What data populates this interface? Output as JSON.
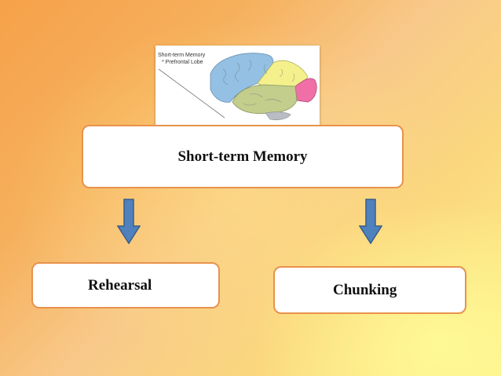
{
  "nodes": {
    "main": "Short-term Memory",
    "left": "Rehearsal",
    "right": "Chunking"
  },
  "brain_image": {
    "caption_title": "Short-term Memory",
    "caption_sub": "* Prefrontal Lobe"
  },
  "colors": {
    "box_border": "#e8924c",
    "arrow_fill": "#4f81bd",
    "arrow_stroke": "#385d8a"
  }
}
